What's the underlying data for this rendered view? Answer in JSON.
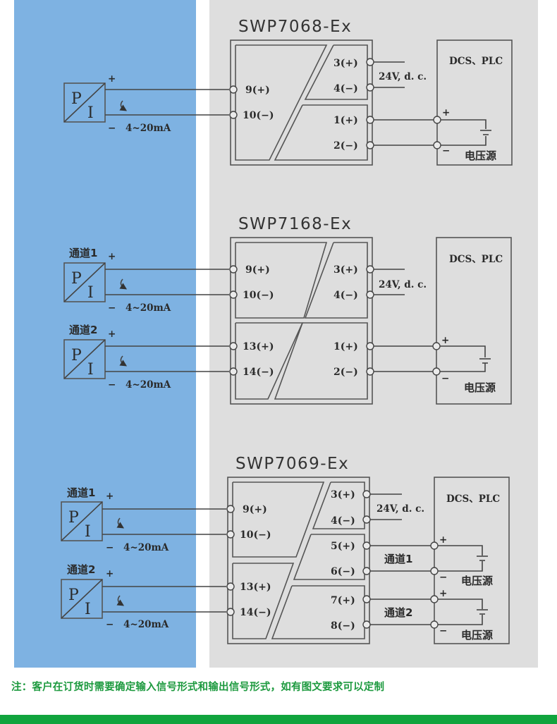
{
  "colors": {
    "input_panel": "#7eb2e2",
    "module_panel": "#dedede",
    "note_text": "#1d9a3f",
    "footer_bar": "#10a43d"
  },
  "common": {
    "transmitter_p": "P",
    "transmitter_i": "I",
    "plus": "+",
    "minus": "−",
    "signal": "4~20mA",
    "power_supply": "24V, d. c.",
    "host": "DCS、PLC",
    "voltage_source": "电压源",
    "channel1": "通道1",
    "channel2": "通道2"
  },
  "modules": [
    {
      "model": "SWP7068-Ex",
      "inputs": [
        "9(+)",
        "10(−)"
      ],
      "outputs": [
        "3(+)",
        "4(−)",
        "1(+)",
        "2(−)"
      ]
    },
    {
      "model": "SWP7168-Ex",
      "inputs": [
        "9(+)",
        "10(−)",
        "13(+)",
        "14(−)"
      ],
      "outputs": [
        "3(+)",
        "4(−)",
        "1(+)",
        "2(−)"
      ]
    },
    {
      "model": "SWP7069-Ex",
      "inputs": [
        "9(+)",
        "10(−)",
        "13(+)",
        "14(−)"
      ],
      "outputs": [
        "3(+)",
        "4(−)",
        "5(+)",
        "6(−)",
        "7(+)",
        "8(−)"
      ]
    }
  ],
  "note": "注：客户在订货时需要确定输入信号形式和输出信号形式，如有图文要求可以定制"
}
